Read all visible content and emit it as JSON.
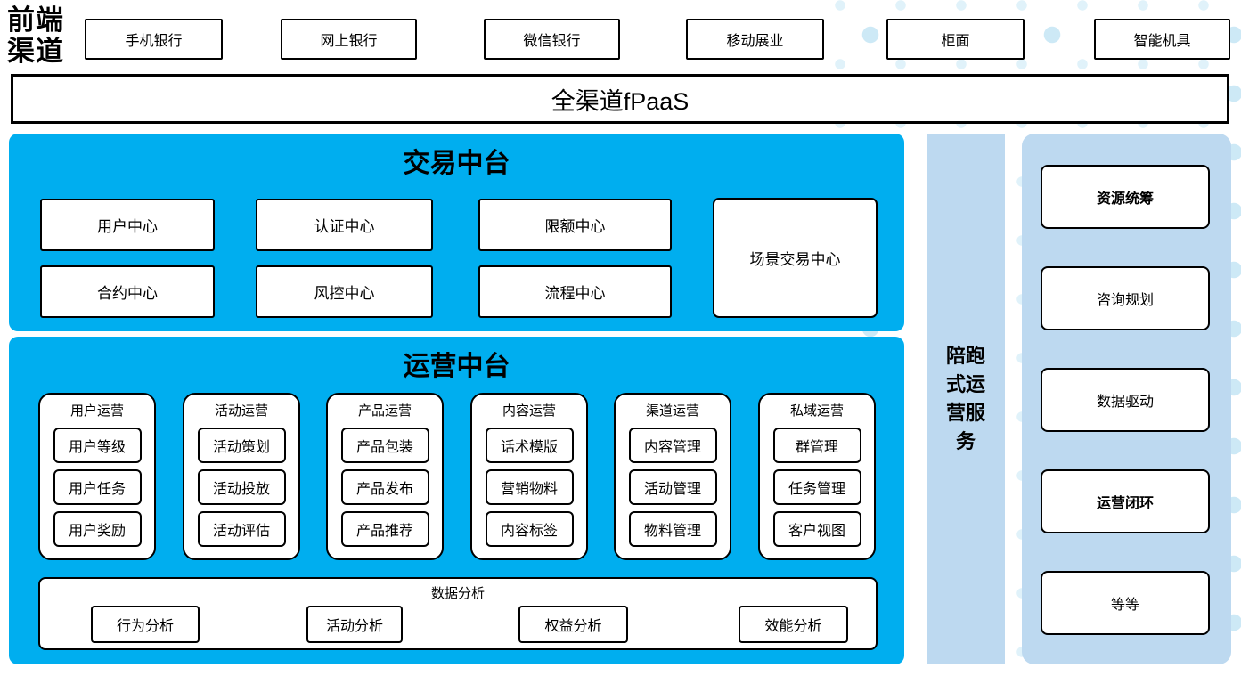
{
  "colors": {
    "primary_blue": "#00AEEF",
    "light_blue": "#BDD9F0",
    "dot_pattern_blue": "#CDE9F6",
    "box_border": "#000000",
    "box_bg": "#FFFFFF"
  },
  "frontend": {
    "label": "前端渠道",
    "channels": [
      "手机银行",
      "网上银行",
      "微信银行",
      "移动展业",
      "柜面",
      "智能机具"
    ]
  },
  "fpaas": {
    "label": "全渠道fPaaS"
  },
  "trading": {
    "title": "交易中台",
    "row1": [
      "用户中心",
      "认证中心",
      "限额中心"
    ],
    "row2": [
      "合约中心",
      "风控中心",
      "流程中心"
    ],
    "scene_box": "场景交易中心"
  },
  "operations": {
    "title": "运营中台",
    "columns": [
      {
        "title": "用户运营",
        "items": [
          "用户等级",
          "用户任务",
          "用户奖励"
        ]
      },
      {
        "title": "活动运营",
        "items": [
          "活动策划",
          "活动投放",
          "活动评估"
        ]
      },
      {
        "title": "产品运营",
        "items": [
          "产品包装",
          "产品发布",
          "产品推荐"
        ]
      },
      {
        "title": "内容运营",
        "items": [
          "话术模版",
          "营销物料",
          "内容标签"
        ]
      },
      {
        "title": "渠道运营",
        "items": [
          "内容管理",
          "活动管理",
          "物料管理"
        ]
      },
      {
        "title": "私域运营",
        "items": [
          "群管理",
          "任务管理",
          "客户视图"
        ]
      }
    ],
    "analysis": {
      "title": "数据分析",
      "items": [
        "行为分析",
        "活动分析",
        "权益分析",
        "效能分析"
      ]
    }
  },
  "side_service": {
    "label": "陪跑式运营服务"
  },
  "right_panel": {
    "items": [
      {
        "label": "资源统筹",
        "bold": true
      },
      {
        "label": "咨询规划",
        "bold": false
      },
      {
        "label": "数据驱动",
        "bold": false
      },
      {
        "label": "运营闭环",
        "bold": true
      },
      {
        "label": "等等",
        "bold": false
      }
    ]
  }
}
